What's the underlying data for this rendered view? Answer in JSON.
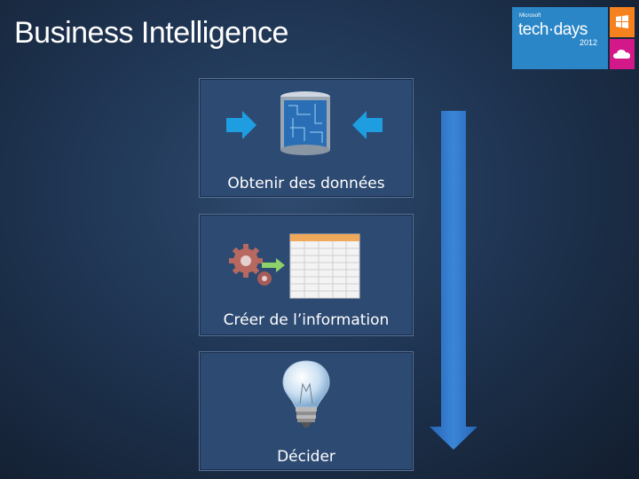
{
  "title": "Business Intelligence",
  "logo": {
    "microsoft": "Microsoft",
    "brand": "tech·days",
    "year": "2012"
  },
  "steps": [
    {
      "label": "Obtenir des données",
      "icon": "database-icon"
    },
    {
      "label": "Créer de l’information",
      "icon": "gear-spreadsheet-icon"
    },
    {
      "label": "Décider",
      "icon": "lightbulb-icon"
    }
  ],
  "colors": {
    "panel": "#2d4a72",
    "arrow": "#2f73c8",
    "logo_blue": "#2a86c6",
    "logo_orange": "#f5821f",
    "logo_pink": "#d3188a"
  }
}
